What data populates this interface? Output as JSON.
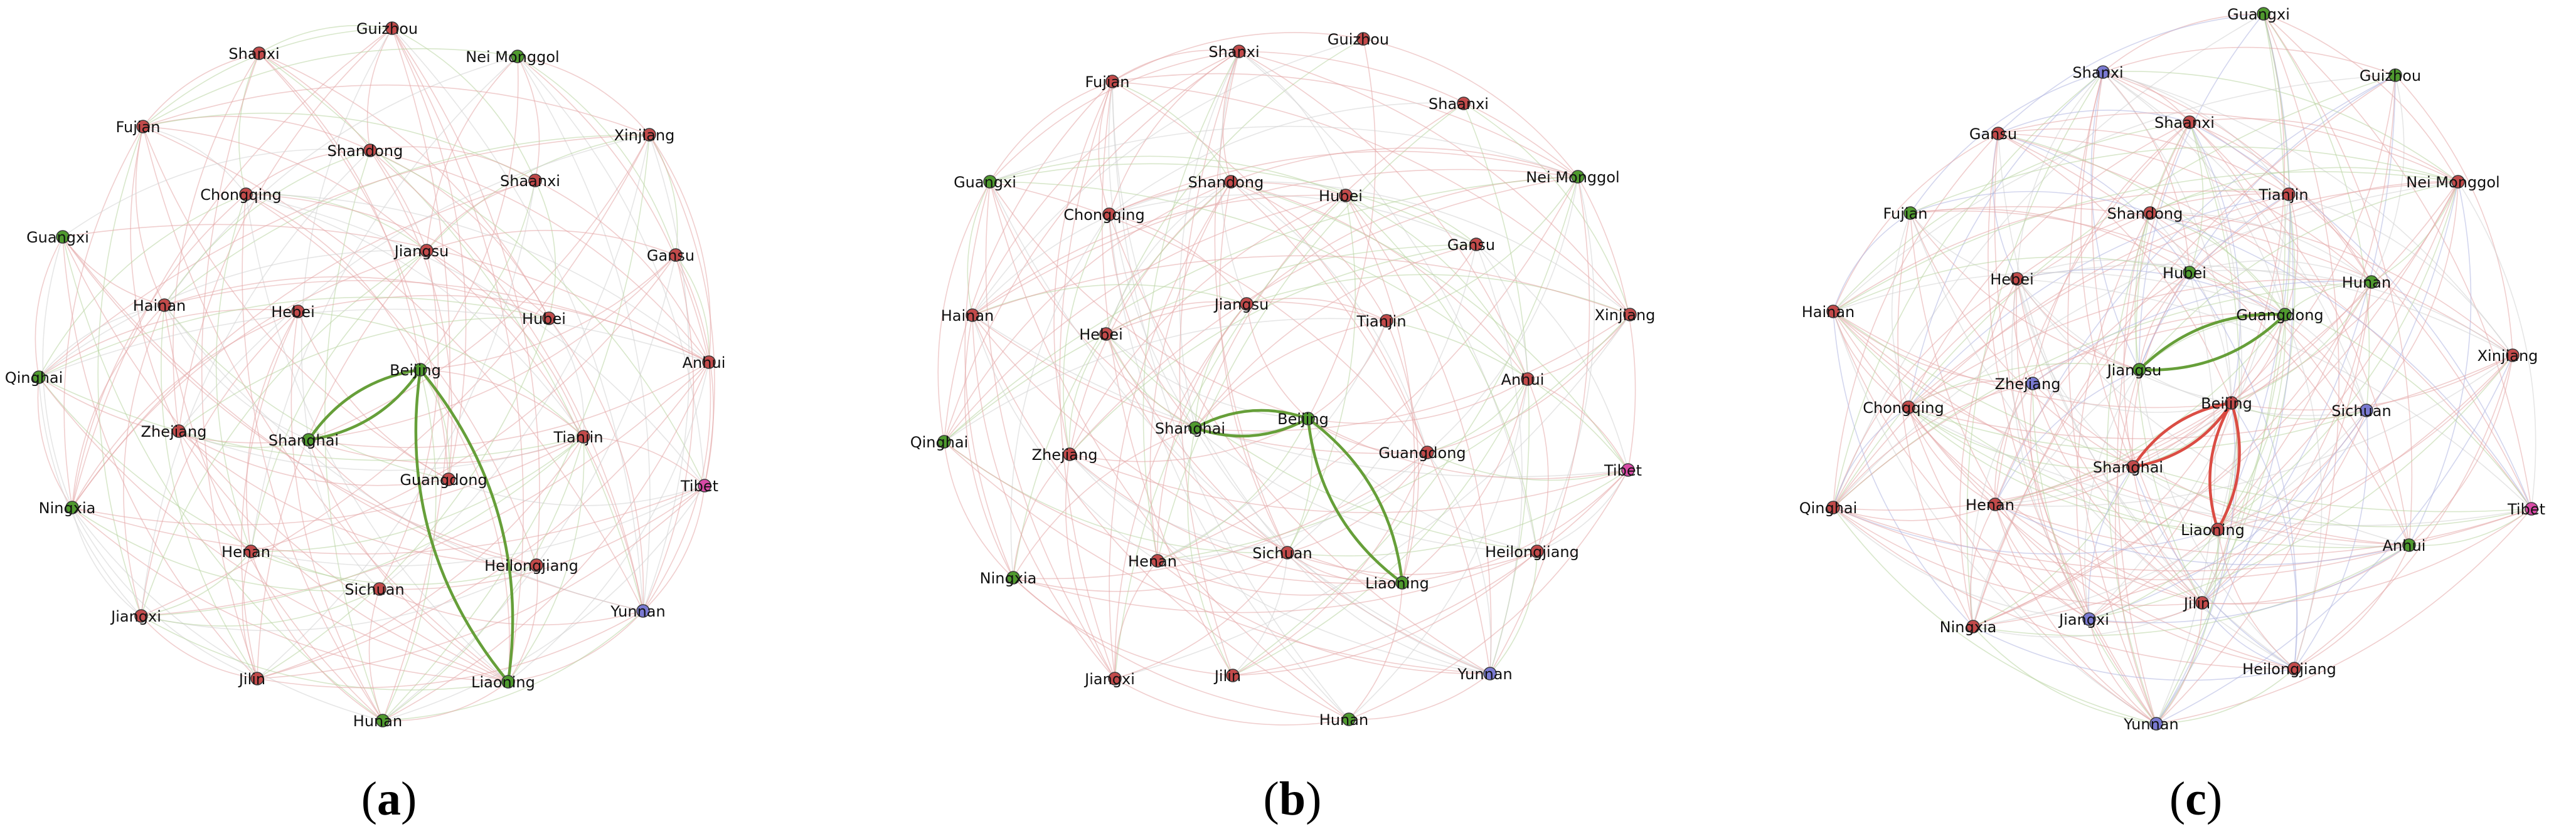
{
  "colors": {
    "red": "#c24a4a",
    "green": "#4f9a2e",
    "blue": "#7a7ad2",
    "pink": "#d84aa6",
    "edge_red": "#e3a6a6",
    "edge_green": "#b8d3a0",
    "edge_gray": "#d2d2d2",
    "edge_blue": "#aeb4e0",
    "strong_green": "#5e9a2e",
    "strong_red": "#d9433a"
  },
  "panels": [
    {
      "caption": "(a)",
      "caption_letter": "a",
      "nodes": [
        {
          "label": "Guizhou",
          "color": "red"
        },
        {
          "label": "Shanxi",
          "color": "red"
        },
        {
          "label": "Nei Monggol",
          "color": "green"
        },
        {
          "label": "Xinjiang",
          "color": "red"
        },
        {
          "label": "Fujian",
          "color": "red"
        },
        {
          "label": "Shandong",
          "color": "red"
        },
        {
          "label": "Shaanxi",
          "color": "red"
        },
        {
          "label": "Chongqing",
          "color": "red"
        },
        {
          "label": "Guangxi",
          "color": "green"
        },
        {
          "label": "Jiangsu",
          "color": "red"
        },
        {
          "label": "Gansu",
          "color": "red"
        },
        {
          "label": "Hainan",
          "color": "red"
        },
        {
          "label": "Hebei",
          "color": "red"
        },
        {
          "label": "Hubei",
          "color": "red"
        },
        {
          "label": "Beijing",
          "color": "green"
        },
        {
          "label": "Anhui",
          "color": "red"
        },
        {
          "label": "Qinghai",
          "color": "green"
        },
        {
          "label": "Zhejiang",
          "color": "red"
        },
        {
          "label": "Shanghai",
          "color": "green"
        },
        {
          "label": "Tianjin",
          "color": "red"
        },
        {
          "label": "Guangdong",
          "color": "red"
        },
        {
          "label": "Tibet",
          "color": "pink"
        },
        {
          "label": "Ningxia",
          "color": "green"
        },
        {
          "label": "Henan",
          "color": "red"
        },
        {
          "label": "Heilongjiang",
          "color": "red"
        },
        {
          "label": "Sichuan",
          "color": "red"
        },
        {
          "label": "Jiangxi",
          "color": "red"
        },
        {
          "label": "Yunnan",
          "color": "blue"
        },
        {
          "label": "Jilin",
          "color": "red"
        },
        {
          "label": "Liaoning",
          "color": "green"
        },
        {
          "label": "Hunan",
          "color": "green"
        }
      ],
      "strong_edges": [
        {
          "source": "Beijing",
          "target": "Shanghai",
          "color": "strong_green"
        },
        {
          "source": "Beijing",
          "target": "Liaoning",
          "color": "strong_green"
        }
      ]
    },
    {
      "caption": "(b)",
      "caption_letter": "b",
      "nodes": [
        {
          "label": "Guizhou",
          "color": "red"
        },
        {
          "label": "Fujian",
          "color": "red"
        },
        {
          "label": "Shanxi",
          "color": "red"
        },
        {
          "label": "Shaanxi",
          "color": "red"
        },
        {
          "label": "Nei Monggol",
          "color": "green"
        },
        {
          "label": "Guangxi",
          "color": "green"
        },
        {
          "label": "Shandong",
          "color": "red"
        },
        {
          "label": "Chongqing",
          "color": "red"
        },
        {
          "label": "Hubei",
          "color": "red"
        },
        {
          "label": "Gansu",
          "color": "red"
        },
        {
          "label": "Jiangsu",
          "color": "red"
        },
        {
          "label": "Hainan",
          "color": "red"
        },
        {
          "label": "Tianjin",
          "color": "red"
        },
        {
          "label": "Xinjiang",
          "color": "red"
        },
        {
          "label": "Hebei",
          "color": "red"
        },
        {
          "label": "Anhui",
          "color": "red"
        },
        {
          "label": "Shanghai",
          "color": "green"
        },
        {
          "label": "Beijing",
          "color": "green"
        },
        {
          "label": "Qinghai",
          "color": "green"
        },
        {
          "label": "Zhejiang",
          "color": "red"
        },
        {
          "label": "Guangdong",
          "color": "red"
        },
        {
          "label": "Tibet",
          "color": "pink"
        },
        {
          "label": "Sichuan",
          "color": "red"
        },
        {
          "label": "Heilongjiang",
          "color": "red"
        },
        {
          "label": "Henan",
          "color": "red"
        },
        {
          "label": "Ningxia",
          "color": "green"
        },
        {
          "label": "Liaoning",
          "color": "green"
        },
        {
          "label": "Yunnan",
          "color": "blue"
        },
        {
          "label": "Jiangxi",
          "color": "red"
        },
        {
          "label": "Jilin",
          "color": "red"
        },
        {
          "label": "Hunan",
          "color": "green"
        }
      ],
      "strong_edges": [
        {
          "source": "Beijing",
          "target": "Shanghai",
          "color": "strong_green"
        },
        {
          "source": "Beijing",
          "target": "Liaoning",
          "color": "strong_green"
        }
      ]
    },
    {
      "caption": "(c)",
      "caption_letter": "c",
      "nodes": [
        {
          "label": "Guangxi",
          "color": "green"
        },
        {
          "label": "Shanxi",
          "color": "blue"
        },
        {
          "label": "Guizhou",
          "color": "green"
        },
        {
          "label": "Gansu",
          "color": "red"
        },
        {
          "label": "Shaanxi",
          "color": "red"
        },
        {
          "label": "Nei Monggol",
          "color": "red"
        },
        {
          "label": "Tianjin",
          "color": "red"
        },
        {
          "label": "Fujian",
          "color": "green"
        },
        {
          "label": "Shandong",
          "color": "red"
        },
        {
          "label": "Hubei",
          "color": "green"
        },
        {
          "label": "Hebei",
          "color": "red"
        },
        {
          "label": "Hunan",
          "color": "green"
        },
        {
          "label": "Hainan",
          "color": "red"
        },
        {
          "label": "Guangdong",
          "color": "green"
        },
        {
          "label": "Xinjiang",
          "color": "red"
        },
        {
          "label": "Jiangsu",
          "color": "green"
        },
        {
          "label": "Zhejiang",
          "color": "blue"
        },
        {
          "label": "Chongqing",
          "color": "red"
        },
        {
          "label": "Beijing",
          "color": "red"
        },
        {
          "label": "Sichuan",
          "color": "blue"
        },
        {
          "label": "Shanghai",
          "color": "red"
        },
        {
          "label": "Qinghai",
          "color": "red"
        },
        {
          "label": "Henan",
          "color": "red"
        },
        {
          "label": "Tibet",
          "color": "pink"
        },
        {
          "label": "Liaoning",
          "color": "red"
        },
        {
          "label": "Anhui",
          "color": "green"
        },
        {
          "label": "Jilin",
          "color": "red"
        },
        {
          "label": "Ningxia",
          "color": "red"
        },
        {
          "label": "Jiangxi",
          "color": "blue"
        },
        {
          "label": "Heilongjiang",
          "color": "red"
        },
        {
          "label": "Yunnan",
          "color": "blue"
        }
      ],
      "strong_edges": [
        {
          "source": "Jiangsu",
          "target": "Guangdong",
          "color": "strong_green"
        },
        {
          "source": "Beijing",
          "target": "Shanghai",
          "color": "strong_red"
        },
        {
          "source": "Beijing",
          "target": "Liaoning",
          "color": "strong_red"
        }
      ]
    }
  ]
}
